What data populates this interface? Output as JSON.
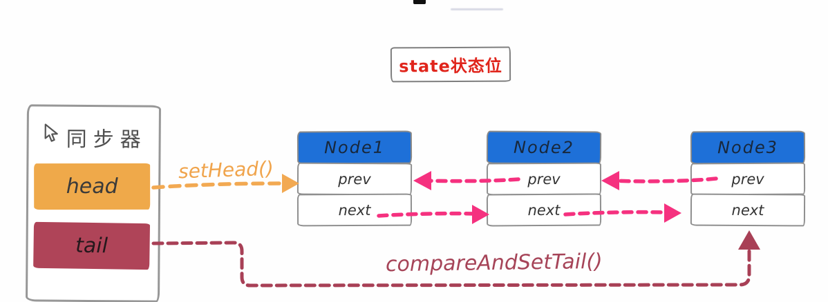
{
  "state_label": {
    "text": "state状态位",
    "color": "#e0251c"
  },
  "synchronizer": {
    "title": "同步器",
    "fields": [
      {
        "label": "head",
        "color": "#efa94a"
      },
      {
        "label": "tail",
        "color": "#af4458"
      }
    ]
  },
  "nodes": [
    {
      "title": "Node1",
      "rows": [
        "prev",
        "next"
      ]
    },
    {
      "title": "Node2",
      "rows": [
        "prev",
        "next"
      ]
    },
    {
      "title": "Node3",
      "rows": [
        "prev",
        "next"
      ]
    }
  ],
  "edges": {
    "set_head": {
      "label": "setHead()",
      "color": "#f2a952",
      "from": "head",
      "to": "Node1"
    },
    "compare_and_set_tail": {
      "label": "compareAndSetTail()",
      "color": "#a84056",
      "from": "tail",
      "to": "Node3"
    },
    "prev_links": [
      {
        "from": "Node2.prev",
        "to": "Node1"
      },
      {
        "from": "Node3.prev",
        "to": "Node2"
      }
    ],
    "next_links": [
      {
        "from": "Node1.next",
        "to": "Node2"
      },
      {
        "from": "Node2.next",
        "to": "Node3"
      }
    ],
    "pointer_arrow_color": "#f5317f"
  },
  "colors": {
    "node_header": "#1e70d8",
    "sketch_border": "#8f8f8f"
  }
}
